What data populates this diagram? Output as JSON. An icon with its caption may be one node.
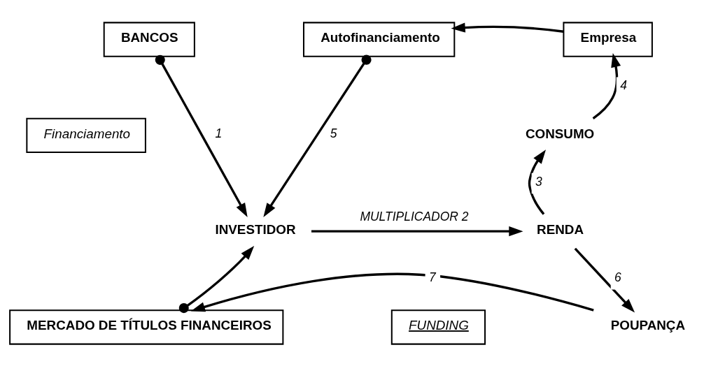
{
  "diagram": {
    "nodes": [
      {
        "text": [
          "BANCOS"
        ]
      },
      {
        "text": [
          "Financiamento"
        ]
      },
      {
        "text": [
          "Autofinanciamento"
        ]
      },
      {
        "text": [
          "Empresa"
        ]
      },
      {
        "text": [
          "CONSUMO"
        ]
      },
      {
        "text": [
          "INVESTIDOR"
        ]
      },
      {
        "text": [
          "RENDA"
        ]
      },
      {
        "text": [
          "MERCADO DE TÍTULOS FINANCEIROS"
        ]
      },
      {
        "text": [
          "FUNDING"
        ]
      },
      {
        "text": [
          "POUPANÇA"
        ]
      }
    ],
    "edges": [
      {
        "from": 0,
        "to": 5,
        "arrow": "to",
        "label": "1"
      },
      {
        "from": 5,
        "to": 6,
        "arrow": "to",
        "label": "MULTIPLICADOR 2"
      },
      {
        "from": 6,
        "to": 4,
        "arrow": "to",
        "label": "3"
      },
      {
        "from": 4,
        "to": 3,
        "arrow": "to",
        "label": "4"
      },
      {
        "from": 2,
        "to": 5,
        "arrow": "to",
        "label": "5"
      },
      {
        "from": 6,
        "to": 9,
        "arrow": "to",
        "label": "6"
      },
      {
        "from": 9,
        "to": 7,
        "arrow": "to",
        "label": "7"
      },
      {
        "from": 3,
        "to": 2,
        "arrow": "to"
      },
      {
        "from": 7,
        "to": 5,
        "arrow": "to"
      }
    ]
  }
}
